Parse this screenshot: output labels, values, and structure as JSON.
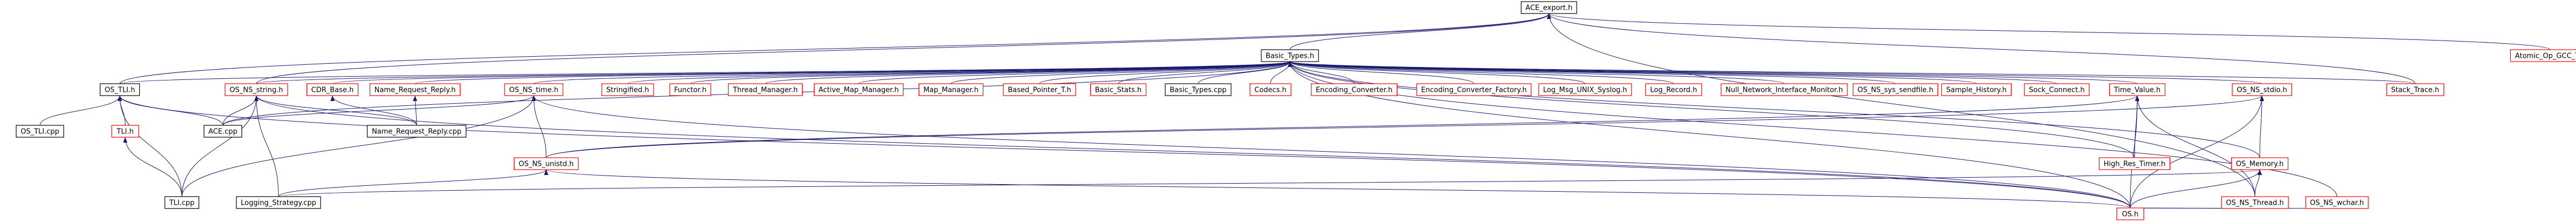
{
  "diagram": {
    "colors": {
      "edge": "#191970",
      "root_fill": "#bfbfbf",
      "root_border": "#000000",
      "documented_border": "#000000",
      "undocumented_border": "#ff0000"
    },
    "nodes": [
      {
        "id": "ace_export",
        "label": "ACE_export.h",
        "style": "root"
      },
      {
        "id": "atomic_op",
        "label": "Atomic_Op_GCC_T.h",
        "style": "undocumented"
      },
      {
        "id": "basic_types",
        "label": "Basic_Types.h",
        "style": "documented"
      },
      {
        "id": "os_tli",
        "label": "OS_TLI.h",
        "style": "documented"
      },
      {
        "id": "os_tli_cpp",
        "label": "OS_TLI.cpp",
        "style": "documented"
      },
      {
        "id": "tli_h",
        "label": "TLI.h",
        "style": "undocumented"
      },
      {
        "id": "tli_cpp",
        "label": "TLI.cpp",
        "style": "documented"
      },
      {
        "id": "os_ns_string",
        "label": "OS_NS_string.h",
        "style": "undocumented"
      },
      {
        "id": "ace_cpp",
        "label": "ACE.cpp",
        "style": "documented"
      },
      {
        "id": "logging_strategy",
        "label": "Logging_Strategy.cpp",
        "style": "documented"
      },
      {
        "id": "cdr_base",
        "label": "CDR_Base.h",
        "style": "undocumented"
      },
      {
        "id": "name_request_reply_h",
        "label": "Name_Request_Reply.h",
        "style": "undocumented"
      },
      {
        "id": "name_request_reply_cpp",
        "label": "Name_Request_Reply.cpp",
        "style": "documented"
      },
      {
        "id": "os_ns_time",
        "label": "OS_NS_time.h",
        "style": "undocumented"
      },
      {
        "id": "os_ns_unistd",
        "label": "OS_NS_unistd.h",
        "style": "undocumented"
      },
      {
        "id": "stringified",
        "label": "Stringified.h",
        "style": "undocumented"
      },
      {
        "id": "functor",
        "label": "Functor.h",
        "style": "undocumented"
      },
      {
        "id": "thread_manager",
        "label": "Thread_Manager.h",
        "style": "undocumented"
      },
      {
        "id": "active_map_manager",
        "label": "Active_Map_Manager.h",
        "style": "undocumented"
      },
      {
        "id": "map_manager",
        "label": "Map_Manager.h",
        "style": "undocumented"
      },
      {
        "id": "based_pointer",
        "label": "Based_Pointer_T.h",
        "style": "undocumented"
      },
      {
        "id": "basic_stats",
        "label": "Basic_Stats.h",
        "style": "undocumented"
      },
      {
        "id": "basic_types_cpp",
        "label": "Basic_Types.cpp",
        "style": "documented"
      },
      {
        "id": "codecs",
        "label": "Codecs.h",
        "style": "undocumented"
      },
      {
        "id": "encoding_converter",
        "label": "Encoding_Converter.h",
        "style": "undocumented"
      },
      {
        "id": "encoding_converter_factory",
        "label": "Encoding_Converter_Factory.h",
        "style": "undocumented"
      },
      {
        "id": "log_msg_unix_syslog",
        "label": "Log_Msg_UNIX_Syslog.h",
        "style": "undocumented"
      },
      {
        "id": "log_record",
        "label": "Log_Record.h",
        "style": "undocumented"
      },
      {
        "id": "null_network",
        "label": "Null_Network_Interface_Monitor.h",
        "style": "undocumented"
      },
      {
        "id": "os_ns_sys_sendfile",
        "label": "OS_NS_sys_sendfile.h",
        "style": "undocumented"
      },
      {
        "id": "sample_history",
        "label": "Sample_History.h",
        "style": "undocumented"
      },
      {
        "id": "sock_connect",
        "label": "Sock_Connect.h",
        "style": "undocumented"
      },
      {
        "id": "time_value",
        "label": "Time_Value.h",
        "style": "undocumented"
      },
      {
        "id": "high_res_timer",
        "label": "High_Res_Timer.h",
        "style": "undocumented"
      },
      {
        "id": "os_ns_stdio",
        "label": "OS_NS_stdio.h",
        "style": "undocumented"
      },
      {
        "id": "os_memory",
        "label": "OS_Memory.h",
        "style": "undocumented"
      },
      {
        "id": "os_ns_thread",
        "label": "OS_NS_Thread.h",
        "style": "undocumented"
      },
      {
        "id": "os_ns_wchar",
        "label": "OS_NS_wchar.h",
        "style": "undocumented"
      },
      {
        "id": "stack_trace",
        "label": "Stack_Trace.h",
        "style": "undocumented"
      },
      {
        "id": "os_h",
        "label": "OS.h",
        "style": "undocumented"
      }
    ],
    "edges": [
      [
        "basic_types",
        "ace_export"
      ],
      [
        "atomic_op",
        "ace_export"
      ],
      [
        "os_tli",
        "ace_export"
      ],
      [
        "os_ns_string",
        "ace_export"
      ],
      [
        "stack_trace",
        "ace_export"
      ],
      [
        "os_ns_thread",
        "ace_export"
      ],
      [
        "os_tli",
        "basic_types"
      ],
      [
        "os_ns_string",
        "basic_types"
      ],
      [
        "cdr_base",
        "basic_types"
      ],
      [
        "name_request_reply_h",
        "basic_types"
      ],
      [
        "os_ns_time",
        "basic_types"
      ],
      [
        "stringified",
        "basic_types"
      ],
      [
        "functor",
        "basic_types"
      ],
      [
        "thread_manager",
        "basic_types"
      ],
      [
        "active_map_manager",
        "basic_types"
      ],
      [
        "map_manager",
        "basic_types"
      ],
      [
        "based_pointer",
        "basic_types"
      ],
      [
        "basic_stats",
        "basic_types"
      ],
      [
        "basic_types_cpp",
        "basic_types"
      ],
      [
        "codecs",
        "basic_types"
      ],
      [
        "encoding_converter",
        "basic_types"
      ],
      [
        "encoding_converter_factory",
        "basic_types"
      ],
      [
        "log_msg_unix_syslog",
        "basic_types"
      ],
      [
        "log_record",
        "basic_types"
      ],
      [
        "null_network",
        "basic_types"
      ],
      [
        "os_ns_sys_sendfile",
        "basic_types"
      ],
      [
        "sample_history",
        "basic_types"
      ],
      [
        "sock_connect",
        "basic_types"
      ],
      [
        "time_value",
        "basic_types"
      ],
      [
        "os_ns_stdio",
        "basic_types"
      ],
      [
        "stack_trace",
        "basic_types"
      ],
      [
        "os_ns_wchar",
        "basic_types"
      ],
      [
        "os_memory",
        "basic_types"
      ],
      [
        "high_res_timer",
        "basic_types"
      ],
      [
        "ace_cpp",
        "basic_types"
      ],
      [
        "os_h",
        "basic_types"
      ],
      [
        "os_tli_cpp",
        "os_tli"
      ],
      [
        "tli_h",
        "os_tli"
      ],
      [
        "tli_cpp",
        "os_tli"
      ],
      [
        "ace_cpp",
        "os_tli"
      ],
      [
        "os_h",
        "os_tli"
      ],
      [
        "tli_cpp",
        "tli_h"
      ],
      [
        "ace_cpp",
        "os_ns_string"
      ],
      [
        "logging_strategy",
        "os_ns_string"
      ],
      [
        "tli_cpp",
        "os_ns_string"
      ],
      [
        "name_request_reply_cpp",
        "os_ns_string"
      ],
      [
        "os_h",
        "os_ns_string"
      ],
      [
        "name_request_reply_cpp",
        "cdr_base"
      ],
      [
        "name_request_reply_cpp",
        "name_request_reply_h"
      ],
      [
        "ace_cpp",
        "os_ns_time"
      ],
      [
        "tli_cpp",
        "os_ns_time"
      ],
      [
        "os_ns_unistd",
        "os_ns_time"
      ],
      [
        "os_h",
        "os_ns_time"
      ],
      [
        "high_res_timer",
        "time_value"
      ],
      [
        "os_ns_unistd",
        "time_value"
      ],
      [
        "os_ns_thread",
        "time_value"
      ],
      [
        "os_h",
        "time_value"
      ],
      [
        "os_h",
        "os_ns_unistd"
      ],
      [
        "logging_strategy",
        "os_ns_unistd"
      ],
      [
        "os_ns_unistd",
        "os_ns_stdio"
      ],
      [
        "os_memory",
        "os_ns_stdio"
      ],
      [
        "os_h",
        "os_ns_stdio"
      ],
      [
        "os_ns_thread",
        "os_memory"
      ],
      [
        "os_h",
        "os_memory"
      ],
      [
        "logging_strategy",
        "os_memory"
      ],
      [
        "os_h",
        "os_ns_thread"
      ],
      [
        "os_h",
        "os_ns_wchar"
      ]
    ]
  }
}
